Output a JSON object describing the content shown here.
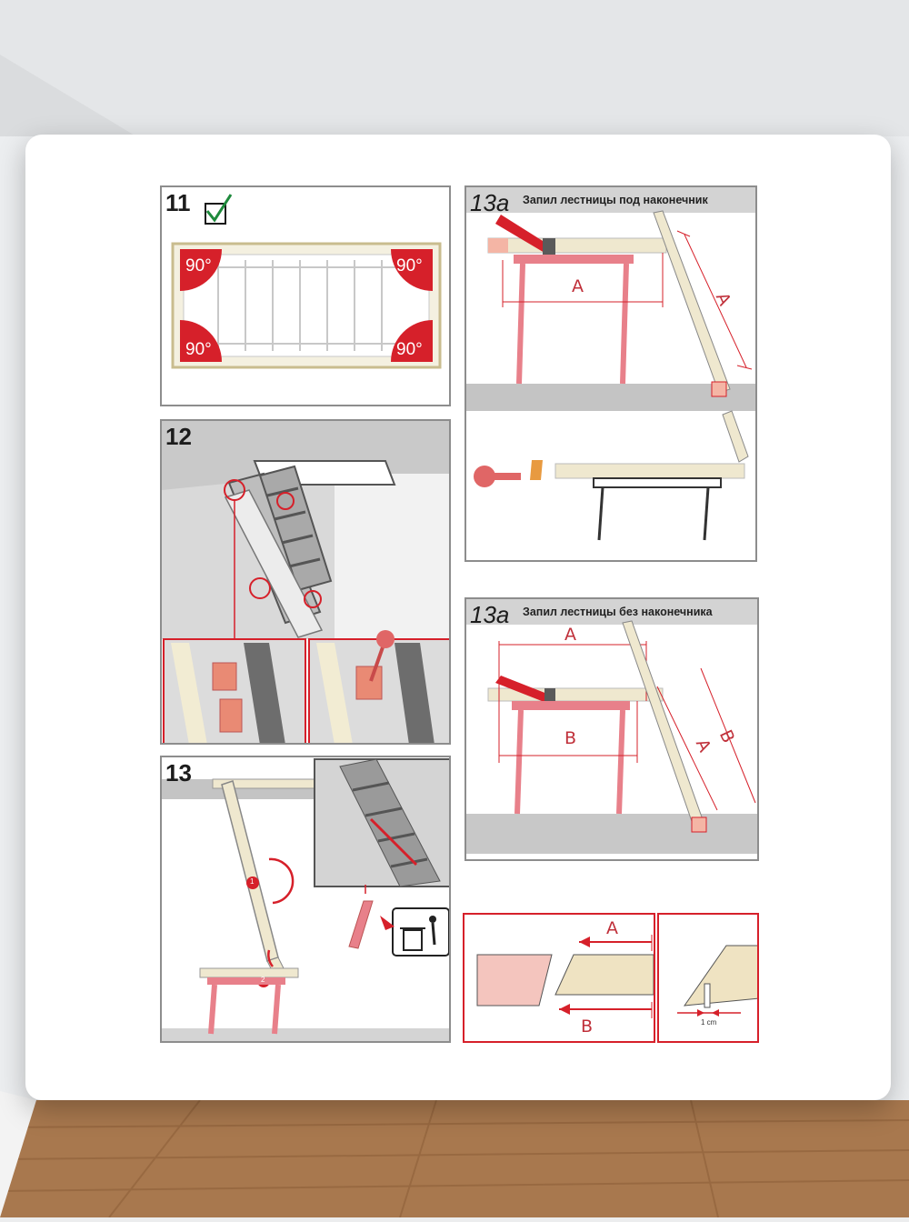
{
  "panels": {
    "p11": {
      "number": "11",
      "angle": "90°"
    },
    "p12": {
      "number": "12"
    },
    "p13": {
      "number": "13",
      "step_1": "1",
      "step_2": "2"
    },
    "p13a_top": {
      "number": "13a",
      "title": "Запил лестницы под наконечник",
      "label_a": "A",
      "label_a_diag": "A"
    },
    "p13a_bottom": {
      "number": "13a",
      "title": "Запил лестницы без наконечника",
      "label_a": "A",
      "label_b": "B",
      "label_a_diag": "A",
      "label_b_diag": "B",
      "detail_a": "A",
      "detail_b": "B",
      "detail_gap": "1 cm"
    }
  },
  "colors": {
    "accent": "#c8232c",
    "wood": "#efe8cf",
    "floor_gray": "#c4c4c4",
    "table_red": "#e8808a"
  },
  "icons": [
    "checkmark-icon",
    "saw-icon",
    "trash-bin-icon",
    "drill-icon",
    "bracket-icon"
  ]
}
